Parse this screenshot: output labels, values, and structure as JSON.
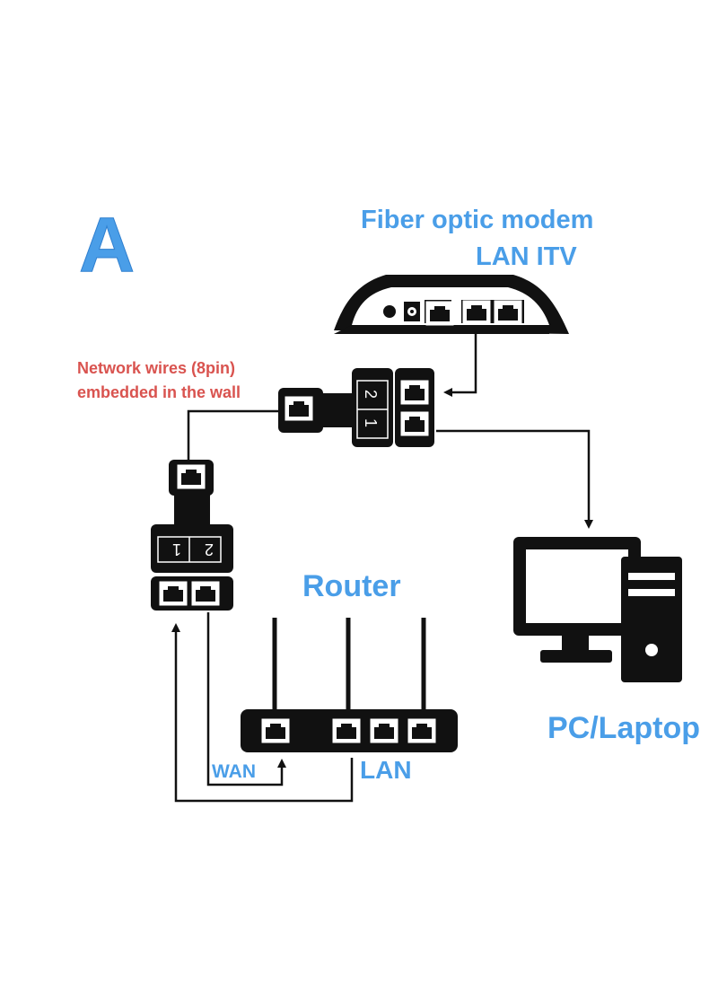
{
  "diagram": {
    "letter": "A",
    "modem": {
      "title": "Fiber optic modem",
      "ports_label": "LAN ITV"
    },
    "wall_wires_label": {
      "line1": "Network wires (8pin)",
      "line2": "embedded in the wall"
    },
    "splitter": {
      "port_1": "1",
      "port_2": "2"
    },
    "router": {
      "title": "Router",
      "wan_label": "WAN",
      "lan_label": "LAN"
    },
    "pc": {
      "label": "PC/Laptop"
    }
  },
  "colors": {
    "blue_label": "#4a9ee8",
    "red_label": "#d9534f",
    "device": "#111111",
    "background": "#ffffff"
  },
  "icons": [
    "fiber-modem-icon",
    "ethernet-splitter-icon",
    "router-icon",
    "desktop-computer-icon",
    "rj45-port-icon",
    "arrow-icon"
  ]
}
